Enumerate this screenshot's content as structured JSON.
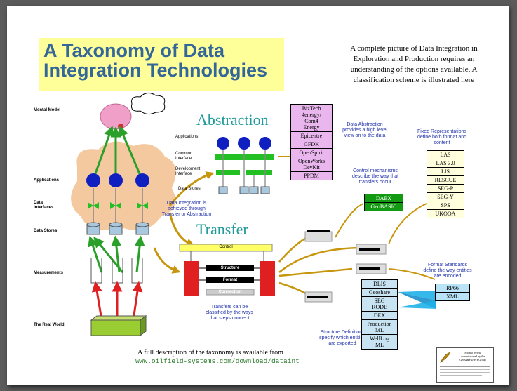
{
  "title": "A Taxonomy of Data\nIntegration Technologies",
  "intro": "A complete picture of Data Integration in\nExploration  and Production requires an\nunderstanding of the options available.  A\nclassification scheme is illustrated here",
  "left_labels": [
    "Mental Model",
    "Applications",
    "Data\nInterfaces",
    "Data Stores",
    "Measurements",
    "The Real World"
  ],
  "abstraction": {
    "heading": "Abstraction",
    "side_labels": [
      "Applications",
      "Common\nInterface",
      "Development\nInterface",
      "Data Stores"
    ],
    "table": [
      "BizTech\n4energy/\nCom4\nEnergy",
      "Epicentre",
      "GFDK",
      "OpenSpirit",
      "OpenWorks\nDevKit",
      "PPDM"
    ],
    "note": "Data Abstraction\nprovides a high level\nview on to the data"
  },
  "integration_note": "Data Integration is\nachieved through\nTransfer or Abstraction",
  "transfer": {
    "heading": "Transfer",
    "bars": [
      "Control",
      "Structure",
      "Format",
      "Connection"
    ],
    "note": "Transfers can be\nclassified by the ways\nthat steps connect"
  },
  "control": {
    "note": "Control mechanisms\ndescribe the way that\ntransfers occur",
    "table": [
      "DAEX",
      "GeoBASIC"
    ]
  },
  "fixed": {
    "note": "Fixed Representations\ndefine both format and\ncontent",
    "table": [
      "LAS",
      "LAS 3.0",
      "LIS",
      "RESCUE",
      "SEG-P",
      "SEG-Y",
      "SPS",
      "UKOOA"
    ]
  },
  "format_standards": {
    "note": "Format Standards\ndefine the way entities\nare encoded",
    "table": [
      "RP66",
      "XML"
    ]
  },
  "structure": {
    "note": "Structure Definitions\nspecify which entities\nare exported",
    "table": [
      "DLIS",
      "Geoshare",
      "SEG\nRODE",
      "DEX",
      "Production\nML",
      "WellLog\nML"
    ]
  },
  "footer": {
    "line1": "A full description of the taxonomy is available from",
    "url": "www.oilfield-systems.com/download/dataint"
  },
  "book": {
    "line1": "From a review",
    "line2": "commissioned by the",
    "line3": "Geoshare User's Group"
  },
  "colors": {
    "title_bg": "#ffff99",
    "title_text": "#336699",
    "heading": "#209a9a",
    "arrow_gold": "#c8960c",
    "arrow_green": "#2aa02a",
    "arrow_red": "#e02020",
    "node_blue": "#1020c0",
    "cloud": "#f5c9a0"
  }
}
